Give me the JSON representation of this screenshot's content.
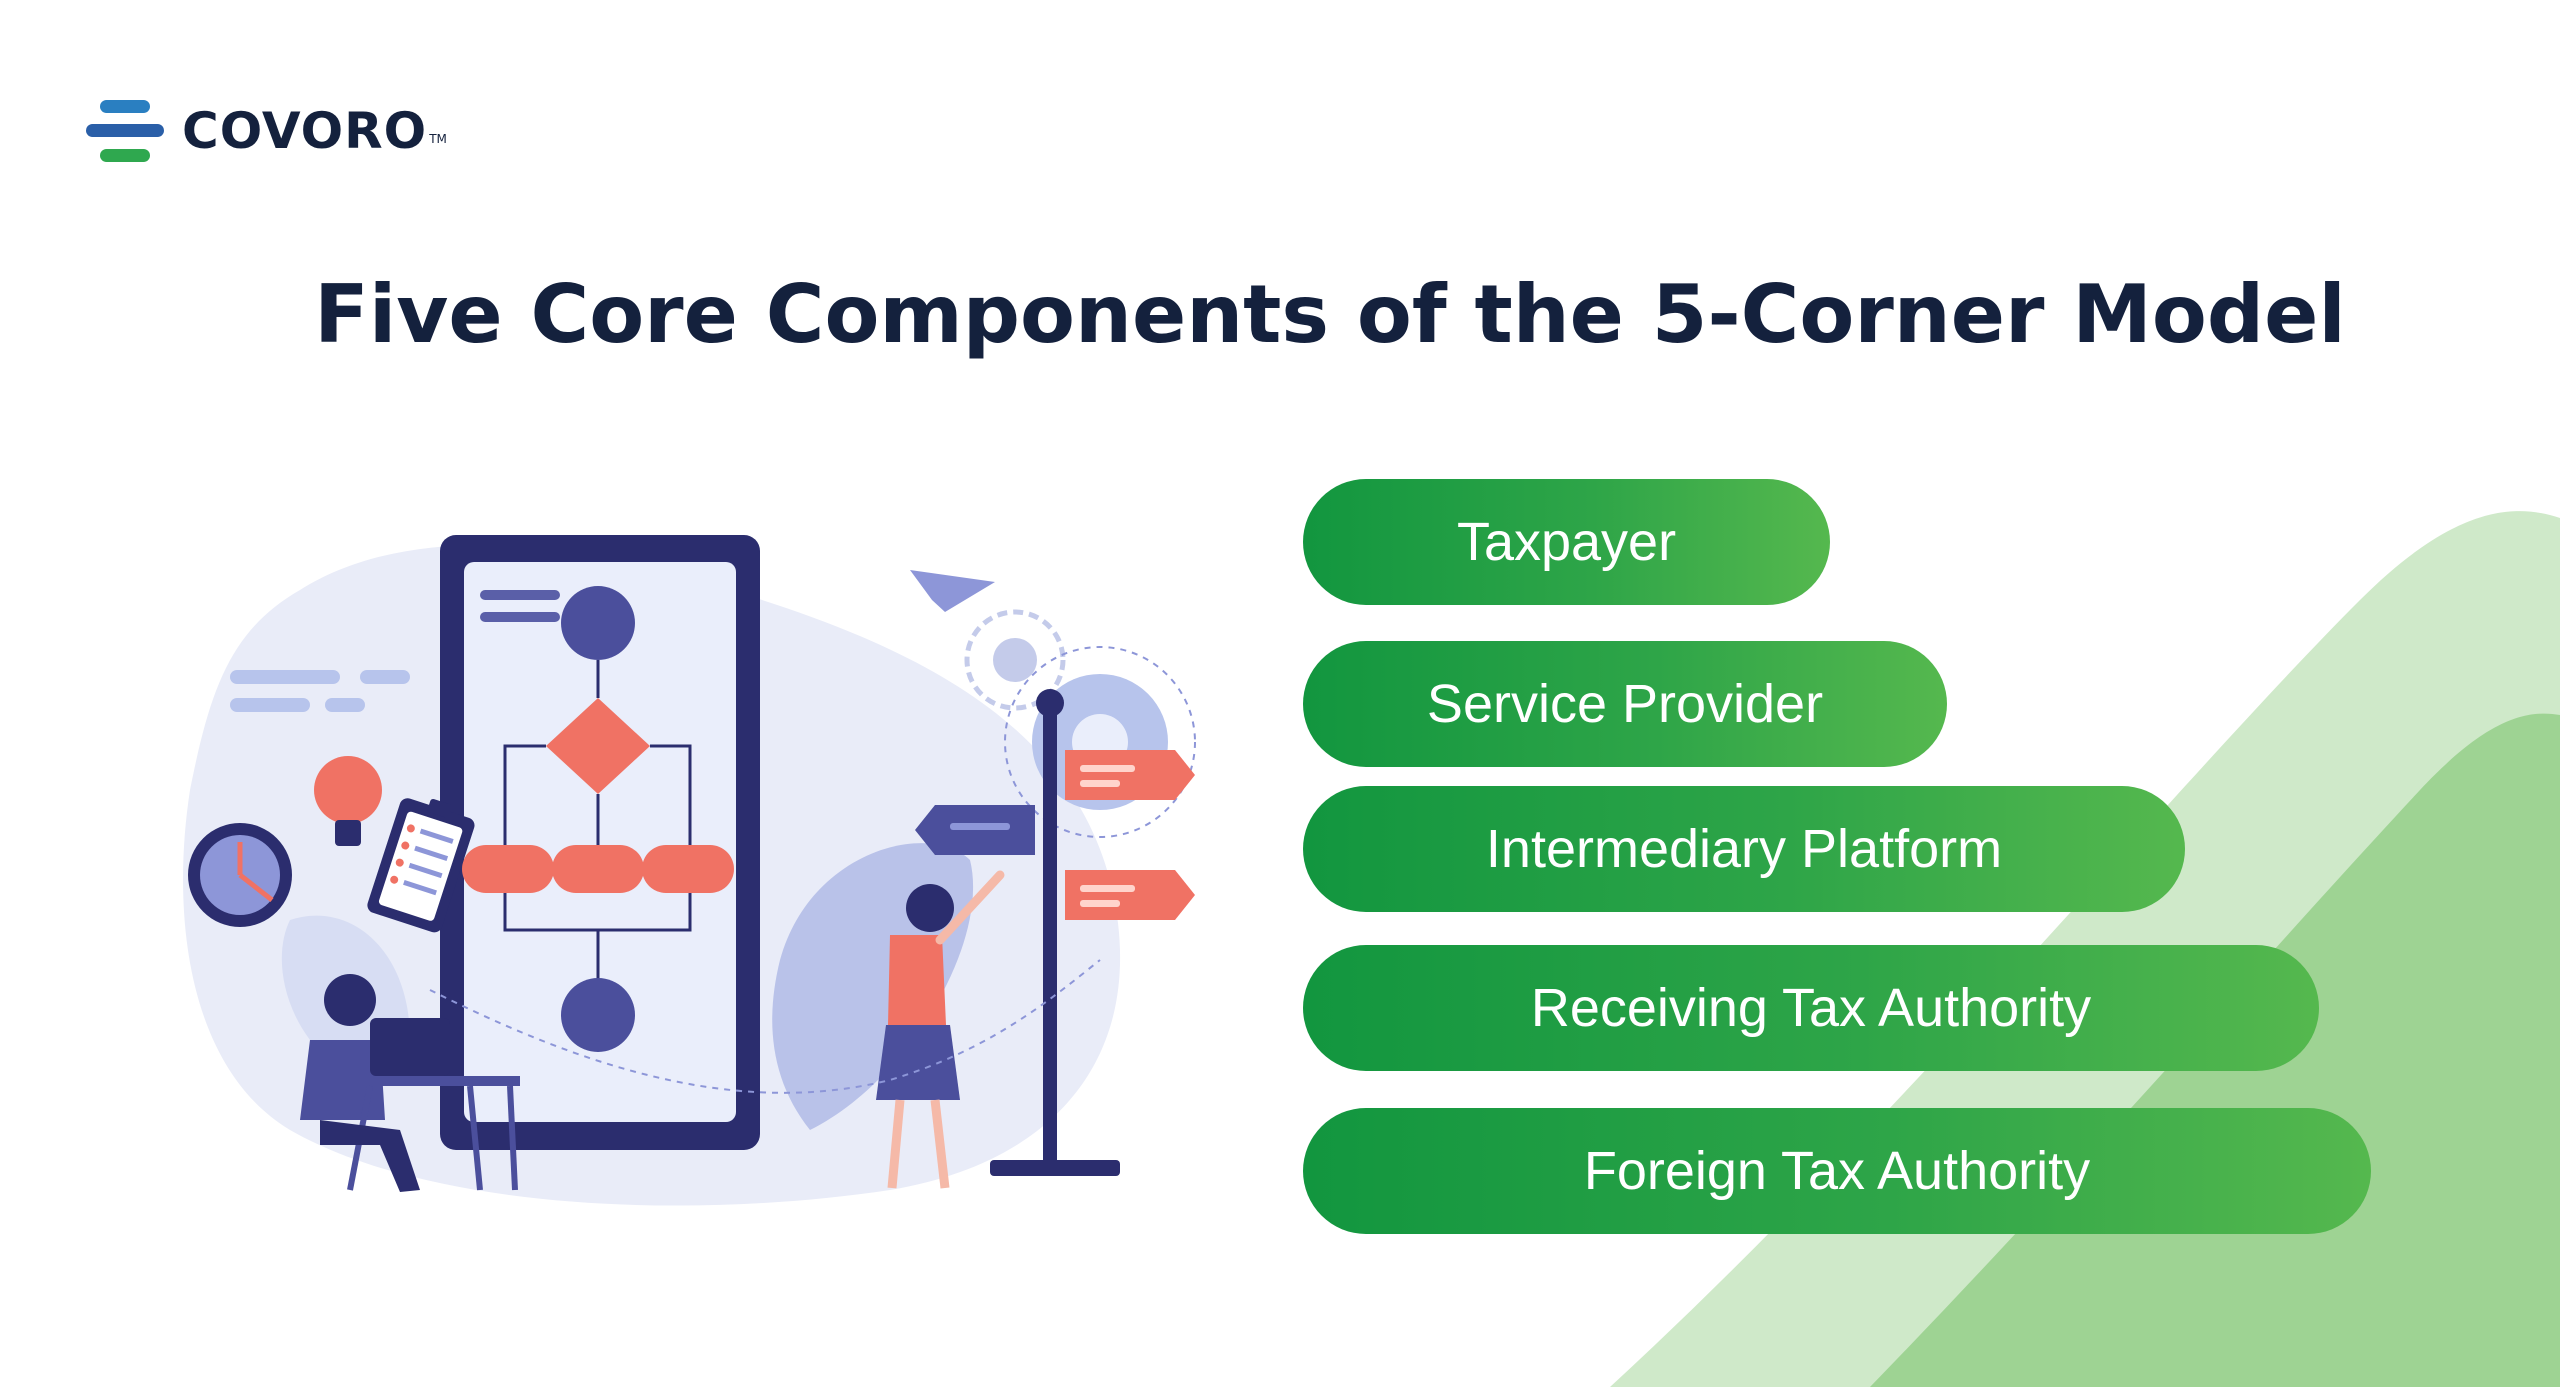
{
  "brand": {
    "name": "COVORO",
    "trademark": "TM"
  },
  "title": "Five Core Components of the 5-Corner Model",
  "components": [
    {
      "label": "Taxpayer"
    },
    {
      "label": "Service Provider"
    },
    {
      "label": "Intermediary Platform"
    },
    {
      "label": "Receiving Tax Authority"
    },
    {
      "label": "Foreign Tax Authority"
    }
  ],
  "colors": {
    "navy": "#14213d",
    "green_dark": "#12963f",
    "green_light": "#55b84e",
    "logo_blue": "#2a7fc1",
    "logo_green": "#2fa84f",
    "accent_red": "#f07264",
    "illus_indigo": "#4b4f9c"
  },
  "icons": [
    "logo-mark-icon",
    "flowchart-illustration",
    "clock-icon",
    "lightbulb-icon",
    "clipboard-icon",
    "paper-plane-icon",
    "gear-icon",
    "signpost-icon"
  ]
}
